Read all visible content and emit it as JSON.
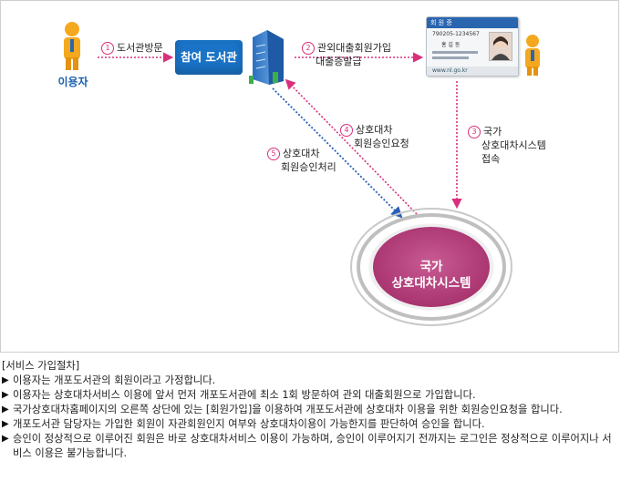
{
  "diagram": {
    "user_label": "이용자",
    "library_label": "참여 도서관",
    "system_label_line1": "국가",
    "system_label_line2": "상호대차시스템",
    "steps": [
      {
        "num": "1",
        "lines": [
          "도서관방문"
        ]
      },
      {
        "num": "2",
        "lines": [
          "관외대출회원가입",
          "대출증발급"
        ]
      },
      {
        "num": "3",
        "lines": [
          "국가",
          "상호대차시스템",
          "접속"
        ]
      },
      {
        "num": "4",
        "lines": [
          "상호대차",
          "회원승인요청"
        ]
      },
      {
        "num": "5",
        "lines": [
          "상호대차",
          "회원승인처리"
        ]
      }
    ],
    "card": {
      "title": "회 원 증",
      "number": "790205-1234567",
      "name": "홍 길 동",
      "footer": "www.nl.go.kr"
    },
    "colors": {
      "library_box": "#1a73c6",
      "system_circle": "#b8417e",
      "arrow_pink": "#d9307c",
      "arrow_blue": "#2a5fb8"
    }
  },
  "notes": {
    "heading": "[서비스 가입절차]",
    "items": [
      "이용자는 개포도서관의 회원이라고 가정합니다.",
      "이용자는 상호대차서비스 이용에 앞서 먼저 개포도서관에 최소 1회 방문하여 관외 대출회원으로 가입합니다.",
      "국가상호대차홈페이지의 오른쪽 상단에 있는 [회원가입]을 이용하여 개포도서관에 상호대차 이용을 위한 회원승인요청을 합니다.",
      "개포도서관 담당자는 가입한 회원이 자관회원인지 여부와 상호대차이용이 가능한지를 판단하여 승인을 합니다.",
      "승인이 정상적으로 이루어진 회원은 바로 상호대차서비스 이용이 가능하며, 승인이 이루어지기 전까지는 로그인은 정상적으로 이루어지나 서비스 이용은 불가능합니다."
    ]
  }
}
